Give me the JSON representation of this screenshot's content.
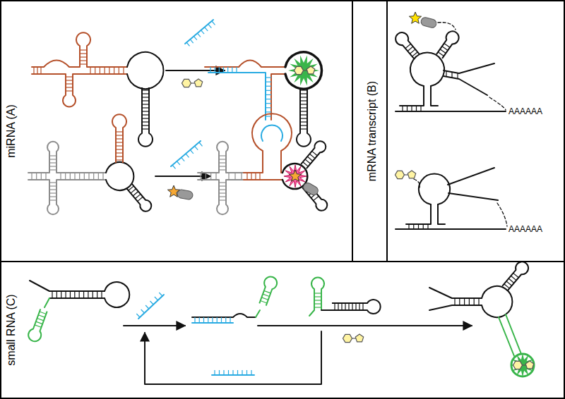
{
  "diagram": {
    "nodes": [
      {
        "text": [
          "miRNA (A)"
        ]
      },
      {
        "text": [
          "mRNA transcript (B)"
        ]
      },
      {
        "text": [
          "small RNA (C)"
        ]
      }
    ],
    "labels": [
      "AAAAAA",
      "AAAAAA"
    ]
  }
}
